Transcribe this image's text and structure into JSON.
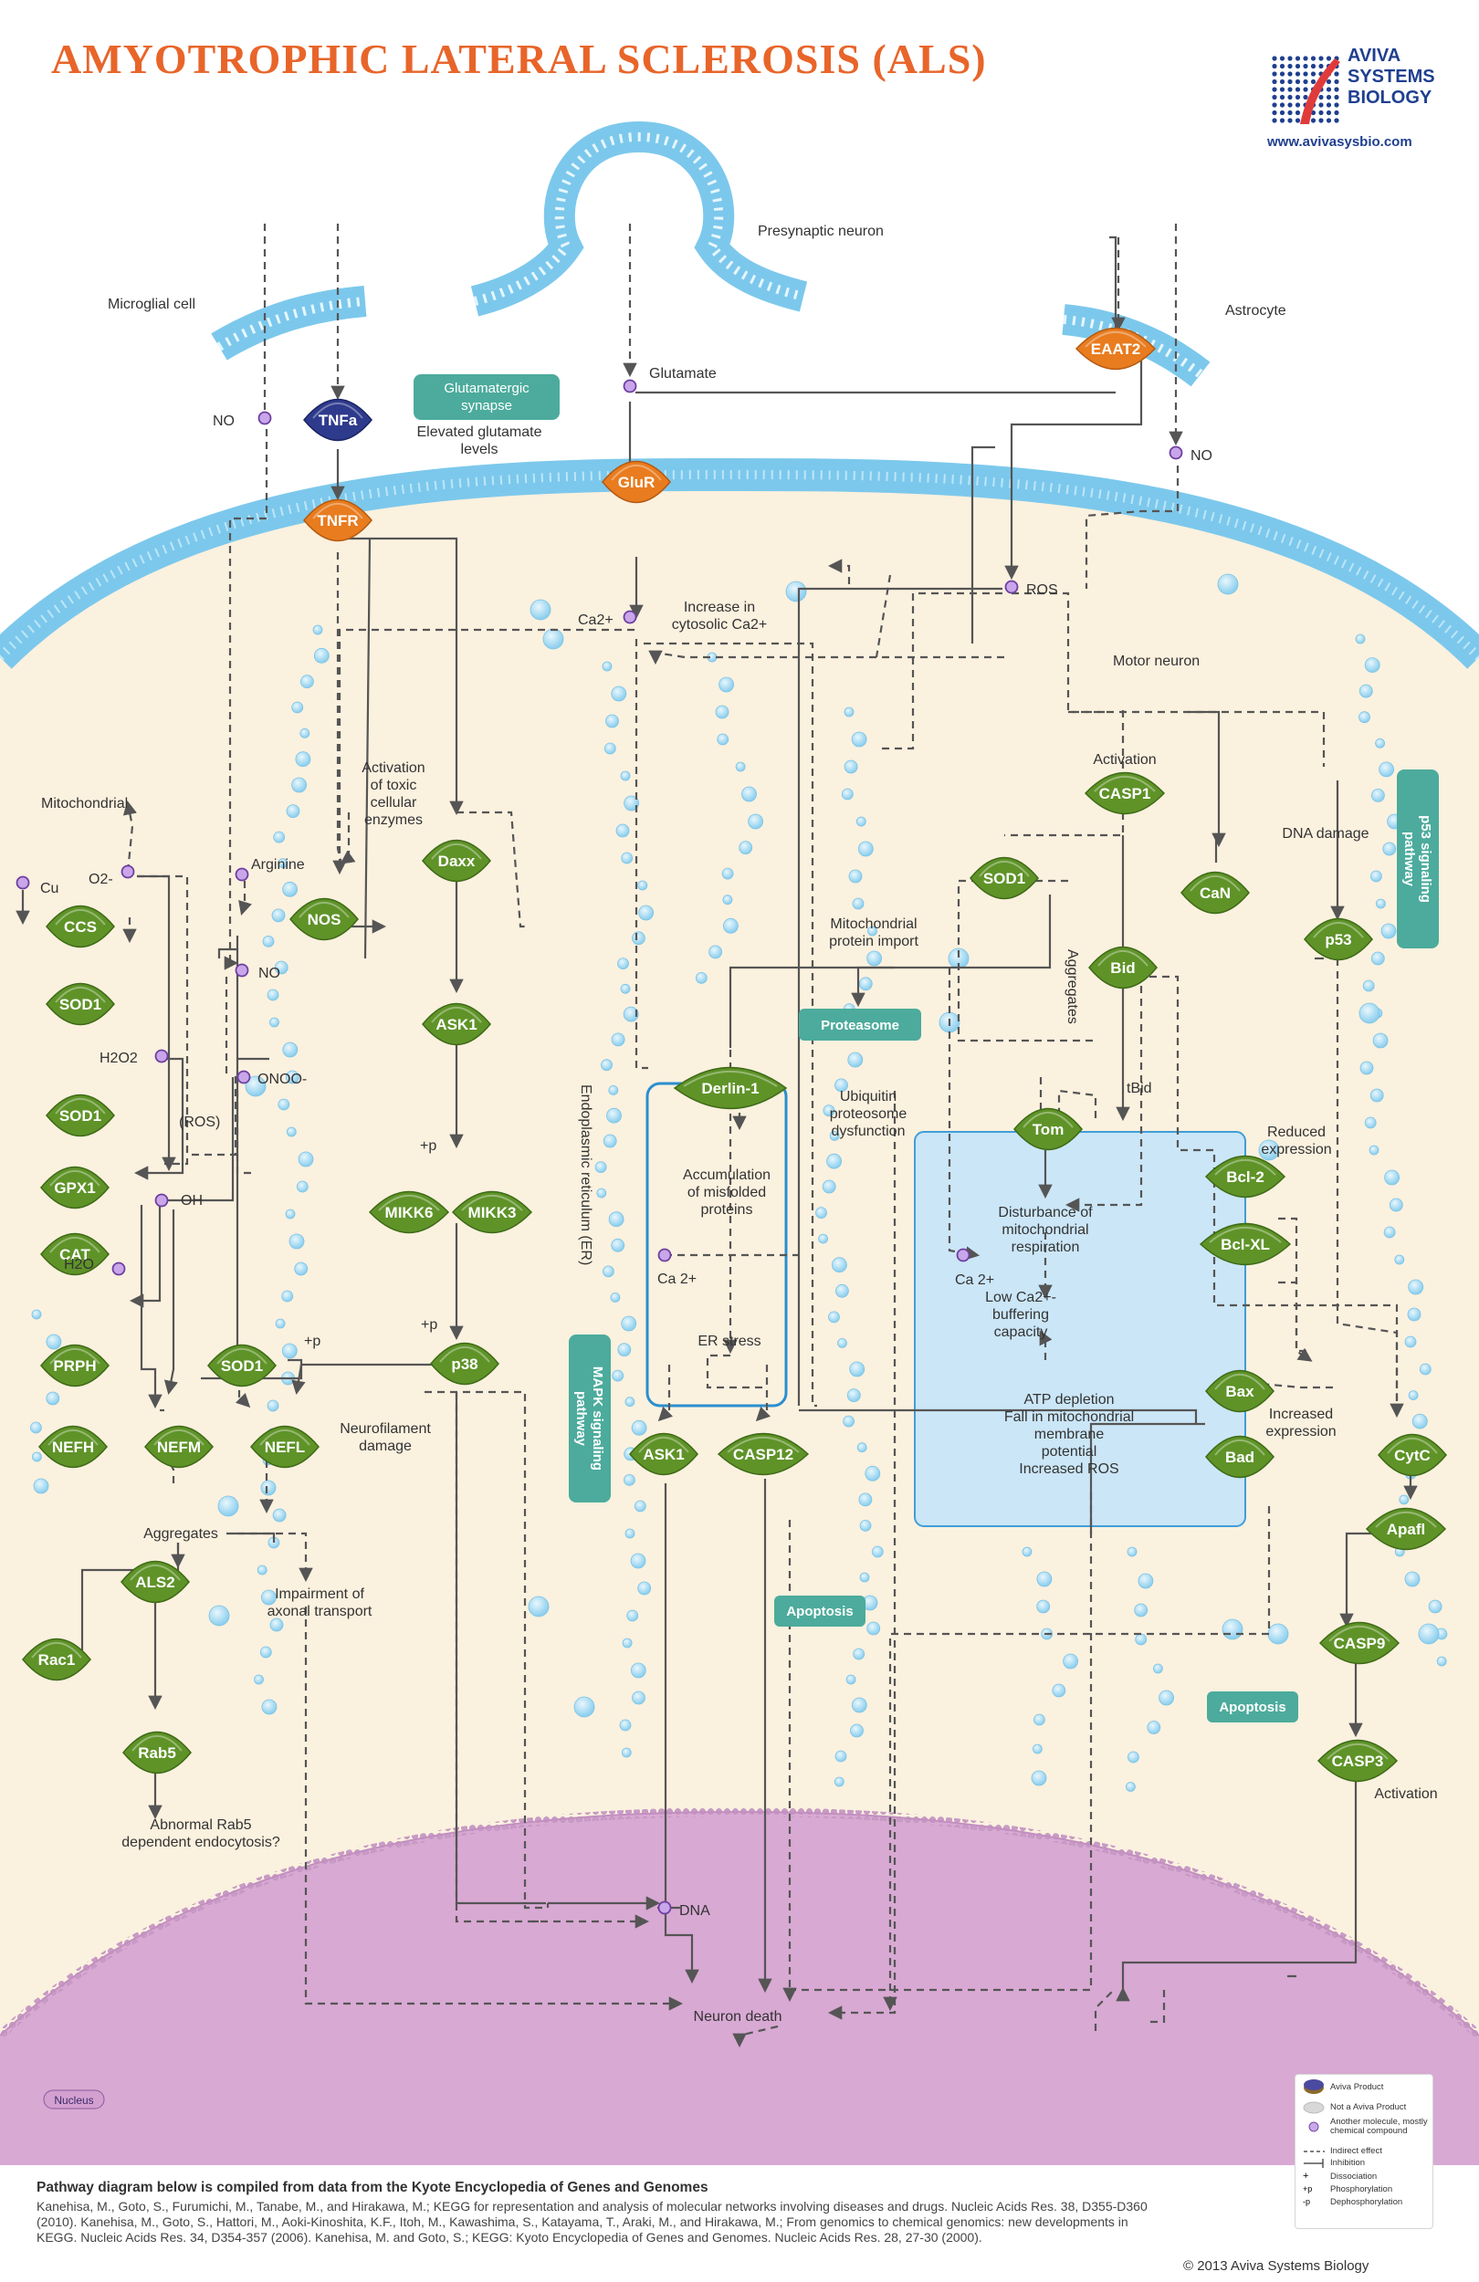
{
  "title": "AMYOTROPHIC LATERAL SCLEROSIS (ALS)",
  "logo": {
    "name_lines": [
      "AVIVA",
      "SYSTEMS",
      "BIOLOGY"
    ],
    "url": "www.avivasysbio.com"
  },
  "colors": {
    "title": "#e8652a",
    "gene_green": "#5f9328",
    "gene_orange": "#e87c1f",
    "gene_navy": "#2e3a8c",
    "teal_box": "#4cab9c",
    "membrane": "#7cc8ec",
    "cytoplasm": "#fbf1df",
    "nucleus": "#d8a9d3",
    "mitochondrion": "#cbe6f7"
  },
  "genes": [
    {
      "id": "tnfa",
      "label": "TNFa",
      "color": "navy"
    },
    {
      "id": "tnfr",
      "label": "TNFR",
      "color": "orange"
    },
    {
      "id": "glur",
      "label": "GluR",
      "color": "orange"
    },
    {
      "id": "eaat2",
      "label": "EAAT2",
      "color": "orange"
    },
    {
      "id": "ccs",
      "label": "CCS",
      "color": "green"
    },
    {
      "id": "sod1_a",
      "label": "SOD1",
      "color": "green"
    },
    {
      "id": "sod1_b",
      "label": "SOD1",
      "color": "green"
    },
    {
      "id": "gpx1",
      "label": "GPX1",
      "color": "green"
    },
    {
      "id": "cat",
      "label": "CAT",
      "color": "green"
    },
    {
      "id": "prph",
      "label": "PRPH",
      "color": "green"
    },
    {
      "id": "nefh",
      "label": "NEFH",
      "color": "green"
    },
    {
      "id": "nefm",
      "label": "NEFM",
      "color": "green"
    },
    {
      "id": "nefl",
      "label": "NEFL",
      "color": "green"
    },
    {
      "id": "sod1_c",
      "label": "SOD1",
      "color": "green"
    },
    {
      "id": "nos",
      "label": "NOS",
      "color": "green"
    },
    {
      "id": "daxx",
      "label": "Daxx",
      "color": "green"
    },
    {
      "id": "ask1_a",
      "label": "ASK1",
      "color": "green"
    },
    {
      "id": "mikk6",
      "label": "MIKK6",
      "color": "green"
    },
    {
      "id": "mikk3",
      "label": "MIKK3",
      "color": "green"
    },
    {
      "id": "p38",
      "label": "p38",
      "color": "green"
    },
    {
      "id": "als2",
      "label": "ALS2",
      "color": "green"
    },
    {
      "id": "rac1",
      "label": "Rac1",
      "color": "green"
    },
    {
      "id": "rab5",
      "label": "Rab5",
      "color": "green"
    },
    {
      "id": "derlin1",
      "label": "Derlin-1",
      "color": "green"
    },
    {
      "id": "ask1_b",
      "label": "ASK1",
      "color": "green"
    },
    {
      "id": "casp12",
      "label": "CASP12",
      "color": "green"
    },
    {
      "id": "casp1",
      "label": "CASP1",
      "color": "green"
    },
    {
      "id": "sod1_d",
      "label": "SOD1",
      "color": "green"
    },
    {
      "id": "can",
      "label": "CaN",
      "color": "green"
    },
    {
      "id": "bid",
      "label": "Bid",
      "color": "green"
    },
    {
      "id": "tom",
      "label": "Tom",
      "color": "green"
    },
    {
      "id": "p53",
      "label": "p53",
      "color": "green"
    },
    {
      "id": "bcl2",
      "label": "Bcl-2",
      "color": "green"
    },
    {
      "id": "bclxl",
      "label": "Bcl-XL",
      "color": "green"
    },
    {
      "id": "bax",
      "label": "Bax",
      "color": "green"
    },
    {
      "id": "bad",
      "label": "Bad",
      "color": "green"
    },
    {
      "id": "cytc",
      "label": "CytC",
      "color": "green"
    },
    {
      "id": "apaf1",
      "label": "Apafl",
      "color": "green"
    },
    {
      "id": "casp9",
      "label": "CASP9",
      "color": "green"
    },
    {
      "id": "casp3",
      "label": "CASP3",
      "color": "green"
    }
  ],
  "boxes": {
    "glutamatergic": [
      "Glutamatergic",
      "synapse"
    ],
    "proteasome": "Proteasome",
    "apoptosis_a": "Apoptosis",
    "apoptosis_b": "Apoptosis",
    "p53_pathway": [
      "p53 signaling",
      "pathway"
    ],
    "mapk_pathway": [
      "MAPK signaling",
      "pathway"
    ],
    "nucleus": "Nucleus"
  },
  "labels": {
    "presynaptic": "Presynaptic neuron",
    "microglial": "Microglial cell",
    "astrocyte": "Astrocyte",
    "motor_neuron": "Motor neuron",
    "no_left": "NO",
    "no_right": "NO",
    "glutamate": "Glutamate",
    "elevated": [
      "Elevated glutamate",
      "levels"
    ],
    "ca2_top": "Ca2+",
    "increase_ca": [
      "Increase in",
      "cytosolic Ca2+"
    ],
    "ros_top": "ROS",
    "activation_toxic": [
      "Activation",
      "of toxic",
      "cellular",
      "enzymes"
    ],
    "mitochondrial": "Mitochondrial",
    "cu": "Cu",
    "o2": "O2-",
    "arginine": "Arginine",
    "no_mid": "NO",
    "h2o2": "H2O2",
    "onoo": "ONOO-",
    "ros_paren": "(ROS)",
    "oh": "OH",
    "h2o": "H2O",
    "plus_p_a": "+p",
    "plus_p_b": "+p",
    "plus_p_c": "+p",
    "neurofilament": [
      "Neurofilament",
      "damage"
    ],
    "aggregates_left": "Aggregates",
    "impairment": [
      "Impairment of",
      "axonal transport"
    ],
    "abnormal_rab5": [
      "Abnormal Rab5",
      "dependent endocytosis?"
    ],
    "er_label": "Endoplasmic reticulum (ER)",
    "accumulation": [
      "Accumulation",
      "of misfolded",
      "proteins"
    ],
    "ca2_er": "Ca 2+",
    "er_stress": "ER stress",
    "activation_casp1": "Activation",
    "dna_damage": "DNA damage",
    "mito_import": [
      "Mitochondrial",
      "protein import"
    ],
    "aggregates_right": "Aggregates",
    "ubiquitin": [
      "Ubiquitin",
      "proteosome",
      "dysfunction"
    ],
    "tbid": "tBid",
    "reduced": [
      "Reduced",
      "expression"
    ],
    "disturbance": [
      "Disturbance of",
      "mitochondrial",
      "respiration"
    ],
    "ca2_mito": "Ca 2+",
    "low_ca": [
      "Low Ca2+-",
      "buffering",
      "capacity"
    ],
    "atp": [
      "ATP depletion",
      "Fall in mitochondrial",
      "membrane",
      "potential",
      "Increased ROS"
    ],
    "increased": [
      "Increased",
      "expression"
    ],
    "activation_casp3": "Activation",
    "dna": "DNA",
    "neuron_death": "Neuron death"
  },
  "legend": {
    "items": [
      "Aviva Product",
      "Not a Aviva Product",
      "Another molecule, mostly chemical compound",
      "Indirect effect",
      "Inhibition",
      "Dissociation",
      "Phosphorylation",
      "Dephosphorylation"
    ],
    "symbols": [
      "+",
      "+p",
      "-p"
    ]
  },
  "footer": {
    "heading": "Pathway diagram below is compiled from data from the Kyote Encyclopedia of Genes and Genomes",
    "body": "Kanehisa, M., Goto, S., Furumichi, M., Tanabe, M., and Hirakawa, M.; KEGG for representation and analysis of molecular networks involving diseases and drugs. Nucleic Acids Res. 38, D355-D360 (2010). Kanehisa, M., Goto, S., Hattori, M., Aoki-Kinoshita, K.F., Itoh, M., Kawashima, S., Katayama, T., Araki, M., and Hirakawa, M.; From genomics to chemical genomics: new developments in KEGG. Nucleic Acids Res. 34, D354-357 (2006). Kanehisa, M. and Goto, S.; KEGG: Kyoto Encyclopedia of Genes and Genomes. Nucleic Acids Res. 28, 27-30 (2000).",
    "copyright": "© 2013 Aviva Systems Biology"
  }
}
